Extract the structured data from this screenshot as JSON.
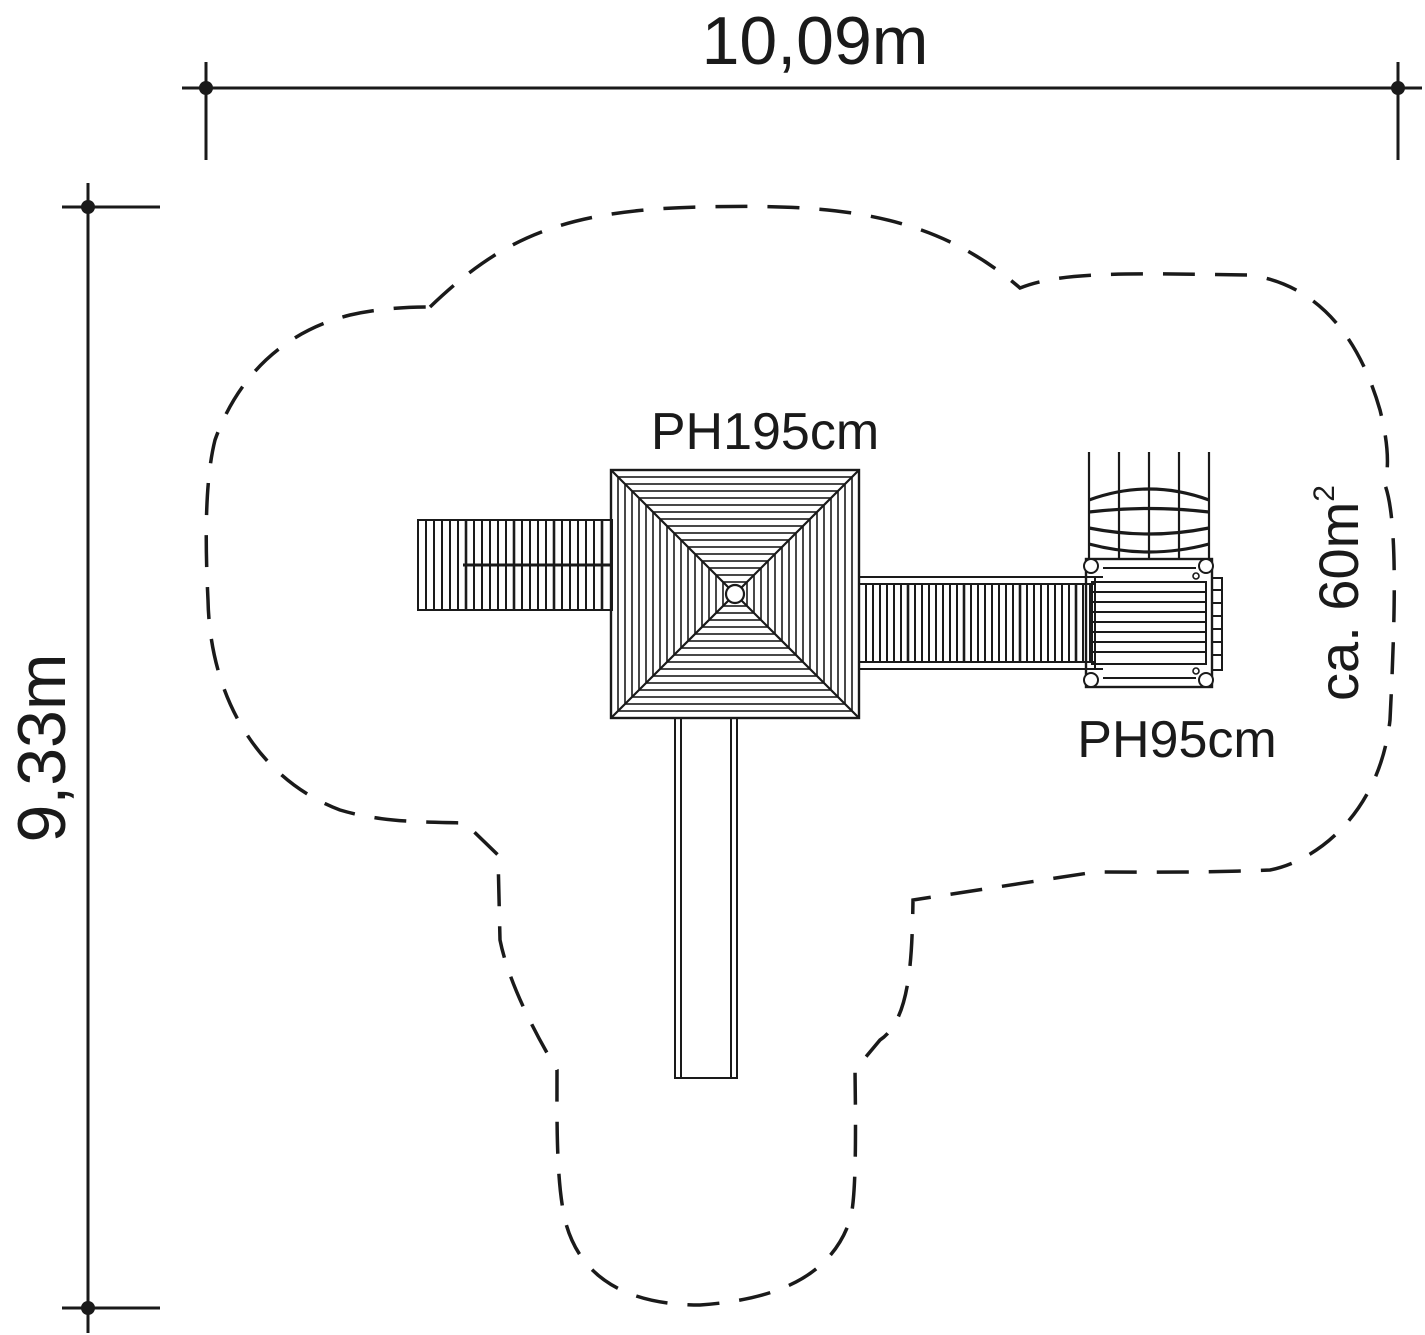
{
  "dimensions": {
    "width_label": "10,09m",
    "depth_label": "9,33m"
  },
  "platforms": {
    "high_label": "PH195cm",
    "low_label": "PH95cm"
  },
  "area": {
    "label_prefix": "ca. 60m",
    "label_sup": "2"
  },
  "colors": {
    "ink": "#1a1a1a",
    "background": "#ffffff"
  }
}
